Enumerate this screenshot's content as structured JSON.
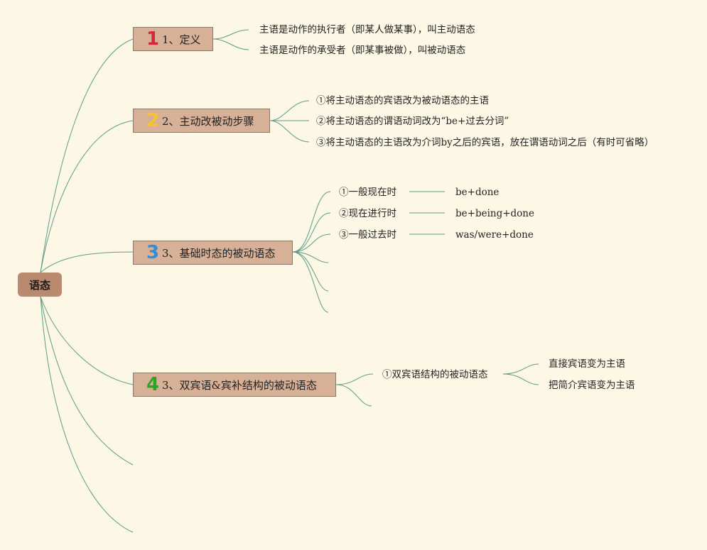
{
  "root": {
    "label": "语态"
  },
  "topics": [
    {
      "number": "1",
      "number_color": "#d8263c",
      "label": "1、定义",
      "children": [
        "主语是动作的执行者（即某人做某事），叫主动语态",
        "主语是动作的承受者（即某事被做），叫被动语态"
      ]
    },
    {
      "number": "2",
      "number_color": "#f3c62e",
      "label": "2、主动改被动步骤",
      "children": [
        "①将主动语态的宾语改为被动语态的主语",
        "②将主动语态的谓语动词改为“be+过去分词”",
        "③将主动语态的主语改为介词by之后的宾语，放在谓语动词之后（有时可省略）"
      ]
    },
    {
      "number": "3",
      "number_color": "#2f8fd8",
      "label": "3、基础时态的被动语态",
      "children": [
        {
          "label": "①一般现在时",
          "value": "be+done"
        },
        {
          "label": "②现在进行时",
          "value": "be+being+done"
        },
        {
          "label": "③一般过去时",
          "value": "was/were+done"
        }
      ]
    },
    {
      "number": "4",
      "number_color": "#2ea32c",
      "label": "3、双宾语&宾补结构的被动语态",
      "children": [
        {
          "label": "①双宾语结构的被动语态",
          "children": [
            "直接宾语变为主语",
            "把简介宾语变为主语"
          ]
        }
      ]
    }
  ],
  "colors": {
    "background": "#fdf8e6",
    "connector": "#5f9a84",
    "topic_fill": "#d6b097",
    "root_fill": "#b98a70"
  }
}
